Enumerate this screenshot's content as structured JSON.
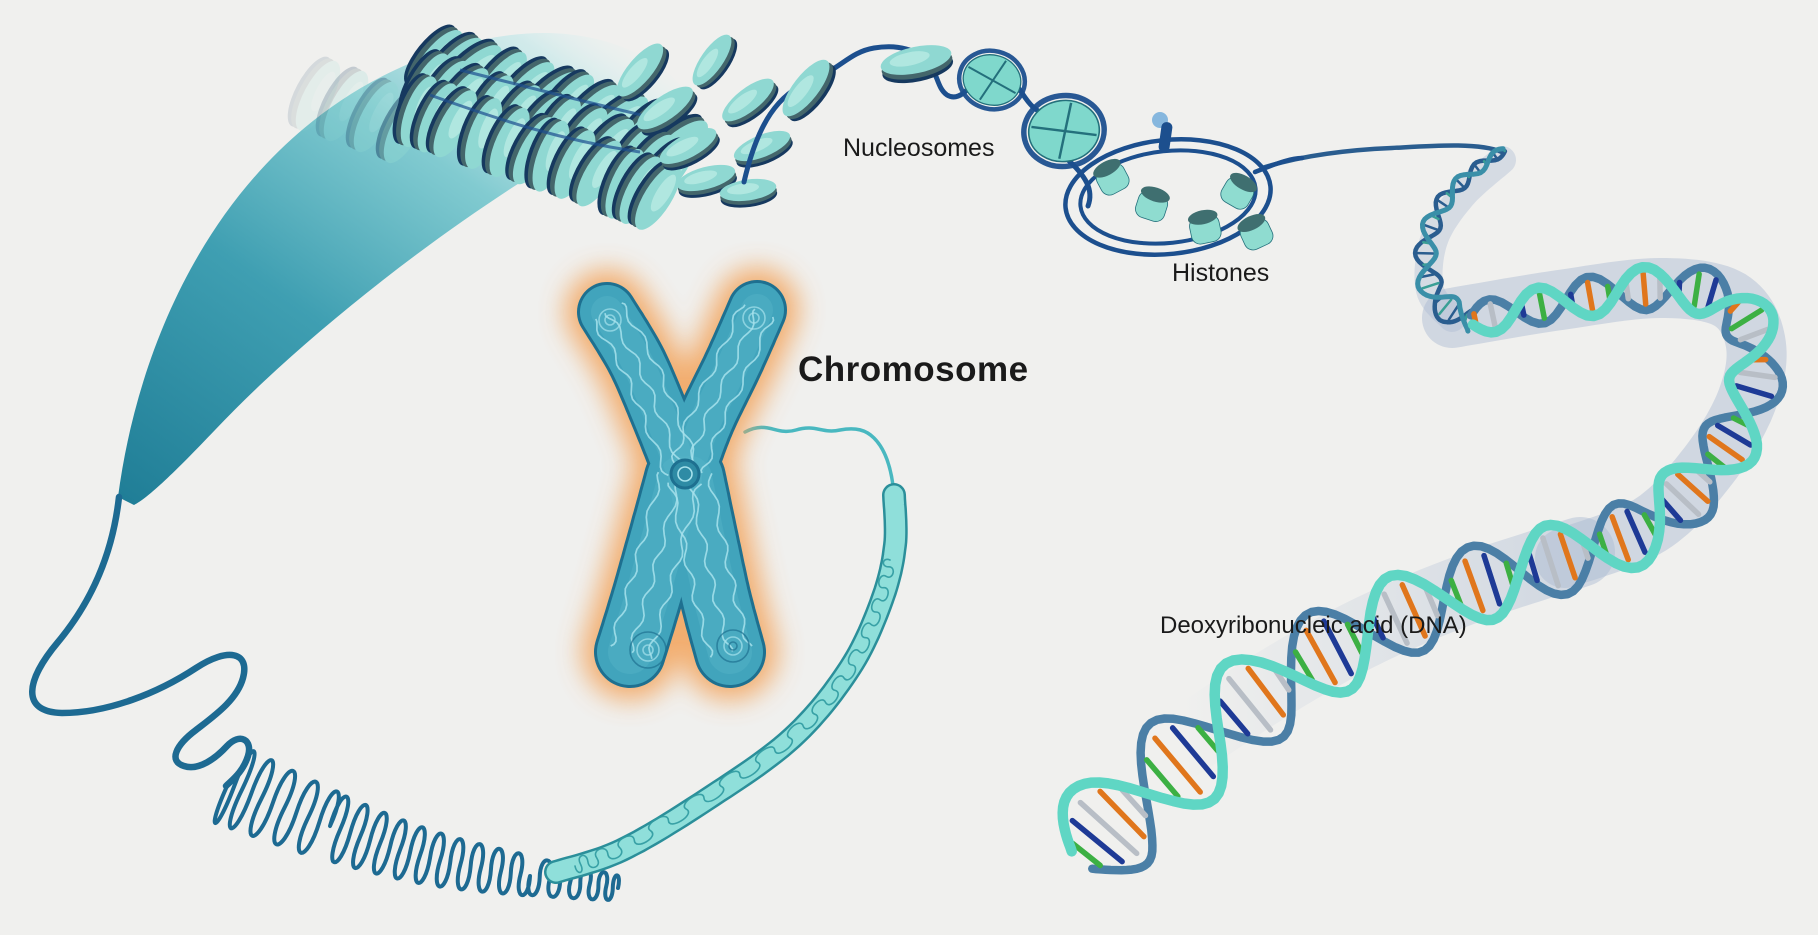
{
  "diagram": {
    "labels": {
      "nucleosomes": "Nucleosomes",
      "histones": "Histones",
      "chromosome": "Chromosome",
      "dna": "Deoxyribonucleic acid (DNA)"
    },
    "colors": {
      "background": "#f0f0ee",
      "text": "#1a1a1a",
      "ribbon_dark": "#1f7d96",
      "ribbon_mid": "#4fadbd",
      "ribbon_light": "#9adde0",
      "disc_face": "#8fd8d2",
      "disc_side": "#44666b",
      "disc_rim": "#16395f",
      "disc_highlight": "#c2efe8",
      "dna_string": "#1c4f8e",
      "bead_face": "#7fd8cc",
      "bead_edge": "#24707c",
      "histone_body": "#8fdcd0",
      "histone_cap": "#3f6f70",
      "linker_bead": "#86b7de",
      "chromosome_body": "#41a4bc",
      "chromosome_outline": "#1e7090",
      "chromosome_sheen": "#56b4c8",
      "chromosome_texture": "#a7e2ec",
      "glow": "#f3a258",
      "helix_front": "#5fd6c4",
      "helix_back": "#4b7fa6",
      "helix_small": "#2a5d8f",
      "helix_small_front": "#3a8fa8",
      "band": "#a9b9d1",
      "rung_orange": "#e0761c",
      "rung_green": "#3cb043",
      "rung_navy": "#1e3a96",
      "rung_gray": "#b8bec6",
      "squiggle": "#1d6a92",
      "unwind_edge": "#2b8f9a",
      "unwind_fill": "#8fdfda",
      "unwind_coil": "#2f9aa0"
    }
  }
}
